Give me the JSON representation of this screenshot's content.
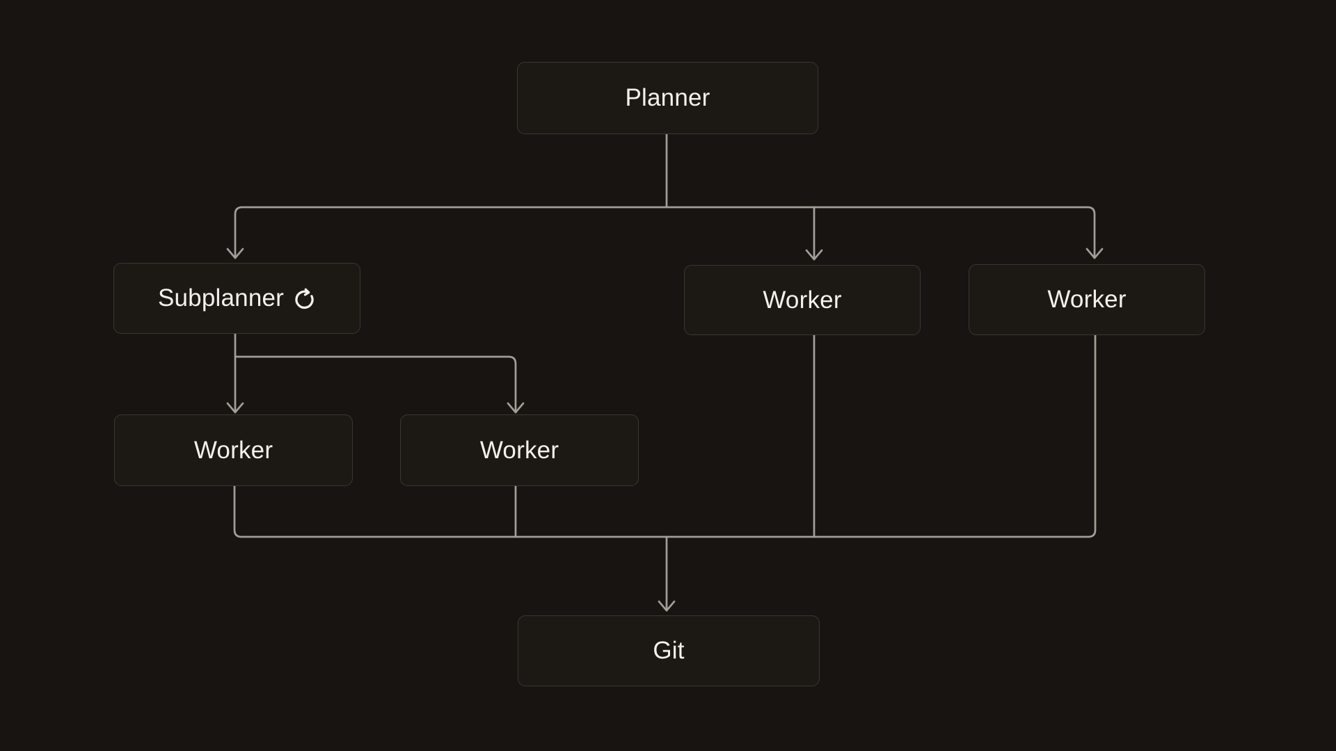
{
  "diagram": {
    "nodes": {
      "planner": {
        "label": "Planner"
      },
      "subplanner": {
        "label": "Subplanner",
        "icon": "refresh-icon",
        "icon_glyph": "↻"
      },
      "worker_mid": {
        "label": "Worker"
      },
      "worker_right": {
        "label": "Worker"
      },
      "worker_sub1": {
        "label": "Worker"
      },
      "worker_sub2": {
        "label": "Worker"
      },
      "git": {
        "label": "Git"
      }
    },
    "edges": [
      {
        "from": "planner",
        "to": "subplanner",
        "arrow": true
      },
      {
        "from": "planner",
        "to": "worker_mid",
        "arrow": true
      },
      {
        "from": "planner",
        "to": "worker_right",
        "arrow": true
      },
      {
        "from": "subplanner",
        "to": "worker_sub1",
        "arrow": true
      },
      {
        "from": "subplanner",
        "to": "worker_sub2",
        "arrow": true
      },
      {
        "from": "worker_sub1",
        "to": "git",
        "arrow": true
      },
      {
        "from": "worker_sub2",
        "to": "git",
        "arrow": true
      },
      {
        "from": "worker_mid",
        "to": "git",
        "arrow": true
      },
      {
        "from": "worker_right",
        "to": "git",
        "arrow": true
      }
    ],
    "colors": {
      "background": "#171411",
      "node_fill": "#1c1915",
      "node_border": "#3b372f",
      "edge": "#a29e97",
      "text": "#f3f1ed"
    }
  }
}
